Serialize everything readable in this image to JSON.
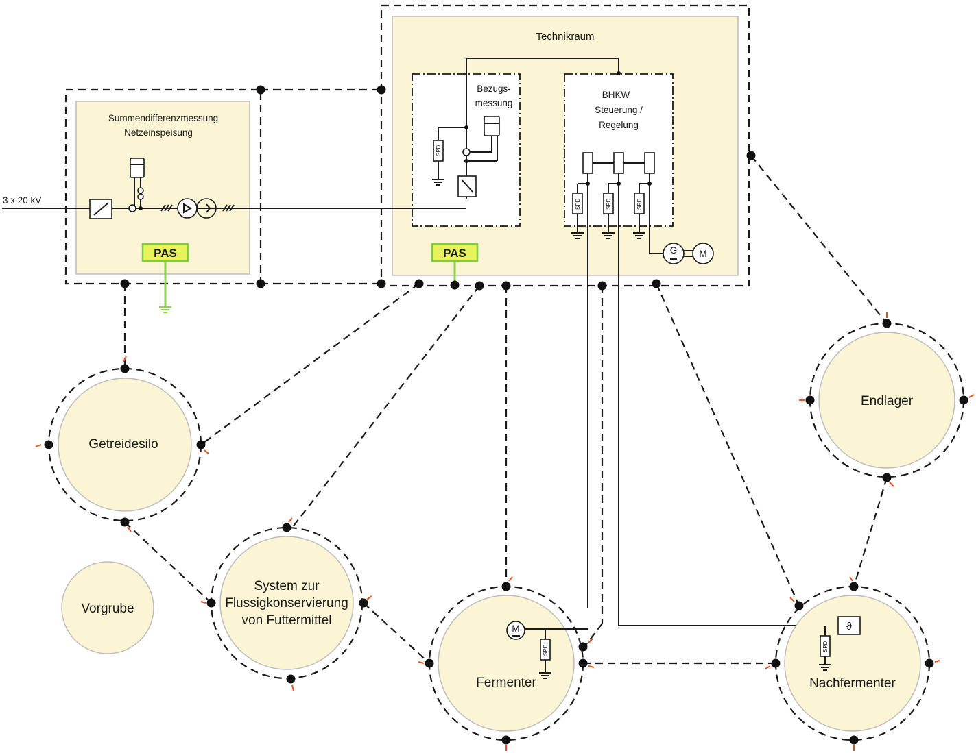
{
  "rooms": {
    "technikraum": "Technikraum",
    "netz_line1": "Summendifferenzmessung",
    "netz_line2": "Netzeinspeisung",
    "bezug_line1": "Bezugs-",
    "bezug_line2": "messung",
    "bhkw_line1": "BHKW",
    "bhkw_line2": "Steuerung /",
    "bhkw_line3": "Regelung"
  },
  "feed": {
    "voltage": "3 x 20 kV"
  },
  "pas_labels": [
    "PAS",
    "PAS"
  ],
  "symbols": {
    "spd": "SPD",
    "generator": "G",
    "motor": "M",
    "theta": "ϑ"
  },
  "tanks": {
    "getreidesilo": "Getreidesilo",
    "system_line1": "System zur",
    "system_line2": "Flussigkonservierung",
    "system_line3": "von Futtermittel",
    "vorgrube": "Vorgrube",
    "fermenter": "Fermenter",
    "nachfermenter": "Nachfermenter",
    "endlager": "Endlager"
  },
  "colors": {
    "room_fill": "#fbf5d5",
    "pas_fill": "#e8f25a",
    "pas_border": "#7ccf3a",
    "earth_green": "#8fd44a",
    "node_tick": "#e8501c"
  }
}
